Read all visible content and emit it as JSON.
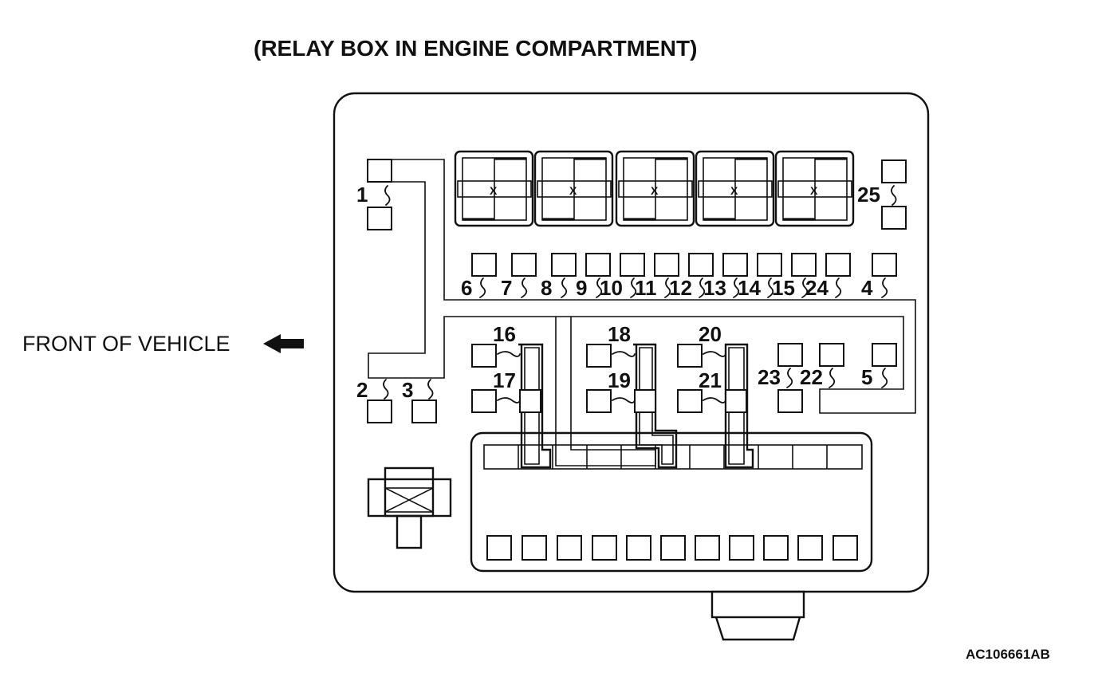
{
  "title": "(RELAY BOX IN ENGINE COMPARTMENT)",
  "front_label": "FRONT OF VEHICLE",
  "figure_code": "AC106661AB",
  "item_numbers": {
    "n1": "1",
    "n2": "2",
    "n3": "3",
    "n4": "4",
    "n5": "5",
    "n6": "6",
    "n7": "7",
    "n8": "8",
    "n9": "9",
    "n10": "10",
    "n11": "11",
    "n12": "12",
    "n13": "13",
    "n14": "14",
    "n15": "15",
    "n16": "16",
    "n17": "17",
    "n18": "18",
    "n19": "19",
    "n20": "20",
    "n21": "21",
    "n22": "22",
    "n23": "23",
    "n24": "24",
    "n25": "25"
  },
  "colors": {
    "line": "#111111",
    "background": "#ffffff"
  }
}
